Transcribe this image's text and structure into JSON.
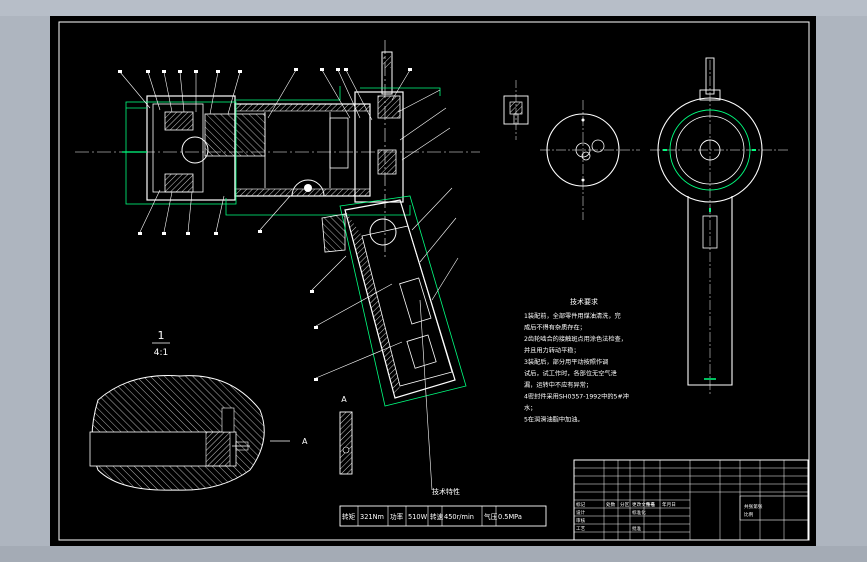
{
  "section_label": "A",
  "detail_scale": {
    "numerator": "1",
    "denominator": "4:1"
  },
  "section_marker": "A",
  "tech_requirements": {
    "title": "技术要求",
    "lines": [
      "1装配前，全部零件用煤油清洗，完",
      "成后不得有杂质存在；",
      "2齿轮啮合的接触斑点用涂色法检查，",
      "并且用力转动平稳；",
      "3装配后，部分用平动按照作调",
      "试后，试工作时，各部位无空气泄",
      "漏，运转中不应有异常；",
      "4密封件采用SH0357-1992中的5#冲",
      "水；",
      "5在润滑油脂中加油。"
    ]
  },
  "tech_specs": {
    "title": "技术特性",
    "cells": [
      "转矩",
      "321Nm",
      "功率",
      "510W",
      "转速",
      "450r/min",
      "气压",
      "0.5MPa"
    ]
  },
  "title_block": {
    "rows": [
      [
        "标记",
        "处数",
        "分区",
        "更改文件号",
        "签名",
        "年月日"
      ],
      [
        "设计",
        "",
        "",
        "标准化",
        "",
        ""
      ],
      [
        "审核",
        "",
        "",
        "",
        "",
        ""
      ],
      [
        "工艺",
        "",
        "",
        "批准",
        "",
        ""
      ]
    ],
    "sheet": "共张第张",
    "scale_label": "比例"
  },
  "colors": {
    "sheet": "#000000",
    "outline": "#ffffff",
    "dimension": "#00ff7f",
    "callout": "#ffffff",
    "hatch": "#ffffff",
    "frame": "#ffffff",
    "background": "#aeb5bf"
  }
}
